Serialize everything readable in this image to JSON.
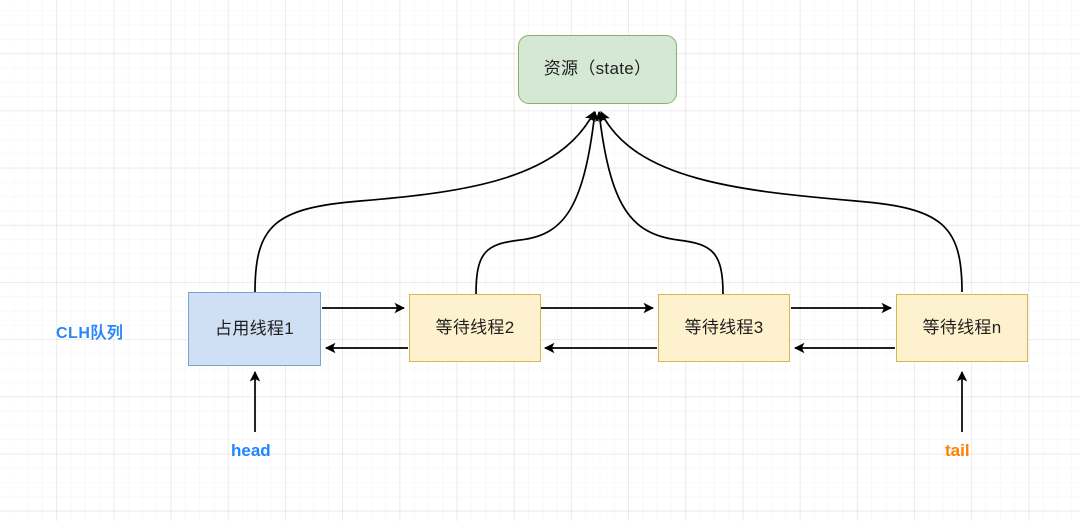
{
  "diagram": {
    "title": "CLH queue / AQS resource diagram",
    "background": "grid",
    "colors": {
      "resource_fill": "#d5e8d4",
      "resource_stroke": "#82b366",
      "owner_fill": "#cfe0f4",
      "owner_stroke": "#7ba2d0",
      "wait_fill": "#fdf2cd",
      "wait_stroke": "#d6b656",
      "edge_stroke": "#000000",
      "clh_label": "#2b85fd",
      "head_label": "#1f86ff",
      "tail_label": "#ff8000"
    }
  },
  "nodes": {
    "resource": {
      "label": "资源（state）",
      "shape": "rounded-rect"
    },
    "owner": {
      "label": "占用线程1",
      "shape": "rect"
    },
    "wait2": {
      "label": "等待线程2",
      "shape": "rect"
    },
    "wait3": {
      "label": "等待线程3",
      "shape": "rect"
    },
    "waitn": {
      "label": "等待线程n",
      "shape": "rect"
    }
  },
  "labels": {
    "queue": "CLH队列",
    "head": "head",
    "tail": "tail"
  },
  "edges": [
    {
      "from": "owner",
      "to": "resource",
      "style": "curved",
      "arrow": "end"
    },
    {
      "from": "wait2",
      "to": "resource",
      "style": "curved",
      "arrow": "end"
    },
    {
      "from": "wait3",
      "to": "resource",
      "style": "curved",
      "arrow": "end"
    },
    {
      "from": "waitn",
      "to": "resource",
      "style": "curved",
      "arrow": "end"
    },
    {
      "from": "owner",
      "to": "wait2",
      "style": "straight",
      "arrow": "end"
    },
    {
      "from": "wait2",
      "to": "owner",
      "style": "straight",
      "arrow": "end"
    },
    {
      "from": "wait2",
      "to": "wait3",
      "style": "straight",
      "arrow": "end"
    },
    {
      "from": "wait3",
      "to": "wait2",
      "style": "straight",
      "arrow": "end"
    },
    {
      "from": "wait3",
      "to": "waitn",
      "style": "straight",
      "arrow": "end"
    },
    {
      "from": "waitn",
      "to": "wait3",
      "style": "straight",
      "arrow": "end"
    },
    {
      "from": "head",
      "to": "owner",
      "style": "straight",
      "arrow": "end"
    },
    {
      "from": "tail",
      "to": "waitn",
      "style": "straight",
      "arrow": "end"
    }
  ]
}
